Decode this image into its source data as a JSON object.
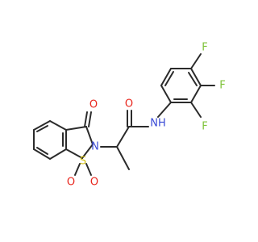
{
  "molecule": {
    "atoms": [
      {
        "id": "o-ketone",
        "label": "O",
        "color": "#e8251c"
      },
      {
        "id": "n-ring",
        "label": "N",
        "color": "#3a4bd6"
      },
      {
        "id": "s-sulfonyl",
        "label": "S",
        "color": "#d4c21b"
      },
      {
        "id": "o-sulfonyl-1",
        "label": "O",
        "color": "#e8251c"
      },
      {
        "id": "o-sulfonyl-2",
        "label": "O",
        "color": "#e8251c"
      },
      {
        "id": "o-amide",
        "label": "O",
        "color": "#e8251c"
      },
      {
        "id": "nh-amide",
        "label": "NH",
        "color": "#3a4bd6"
      },
      {
        "id": "f-para",
        "label": "F",
        "color": "#7fc33a"
      },
      {
        "id": "f-meta",
        "label": "F",
        "color": "#7fc33a"
      },
      {
        "id": "f-ortho",
        "label": "F",
        "color": "#7fc33a"
      }
    ],
    "bond_color": "#2b2b2b"
  }
}
